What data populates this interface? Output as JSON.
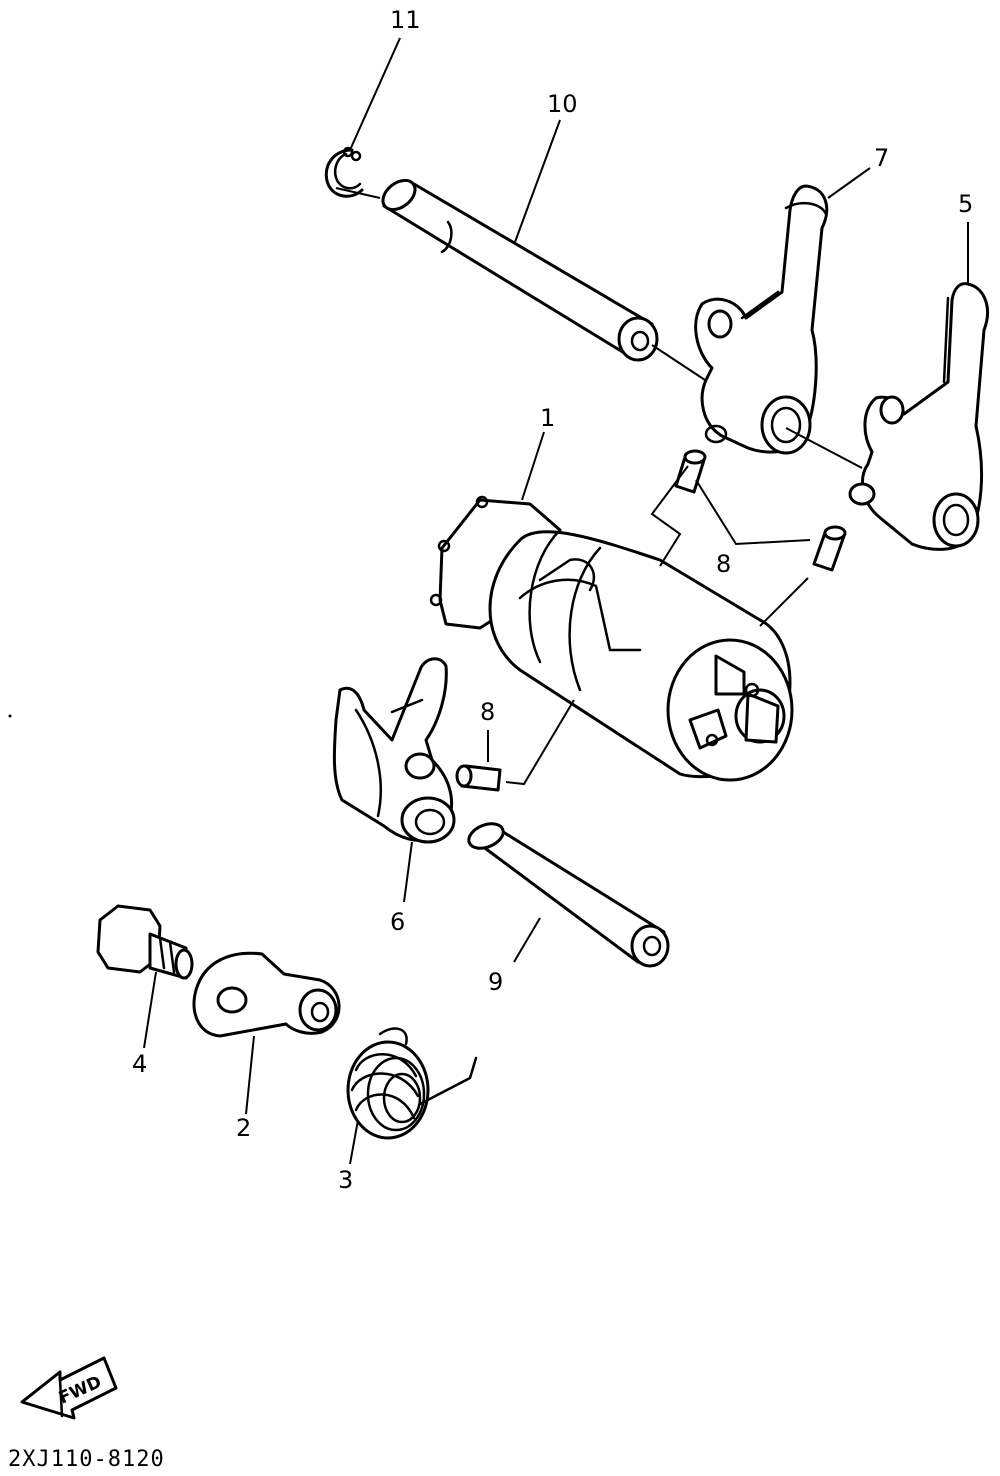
{
  "diagram": {
    "fwd_label": "FWD",
    "drawing_code": "2XJ110-8120",
    "callouts": [
      "11",
      "10",
      "7",
      "5",
      "1",
      "8",
      "8",
      "6",
      "9",
      "4",
      "2",
      "3"
    ]
  }
}
